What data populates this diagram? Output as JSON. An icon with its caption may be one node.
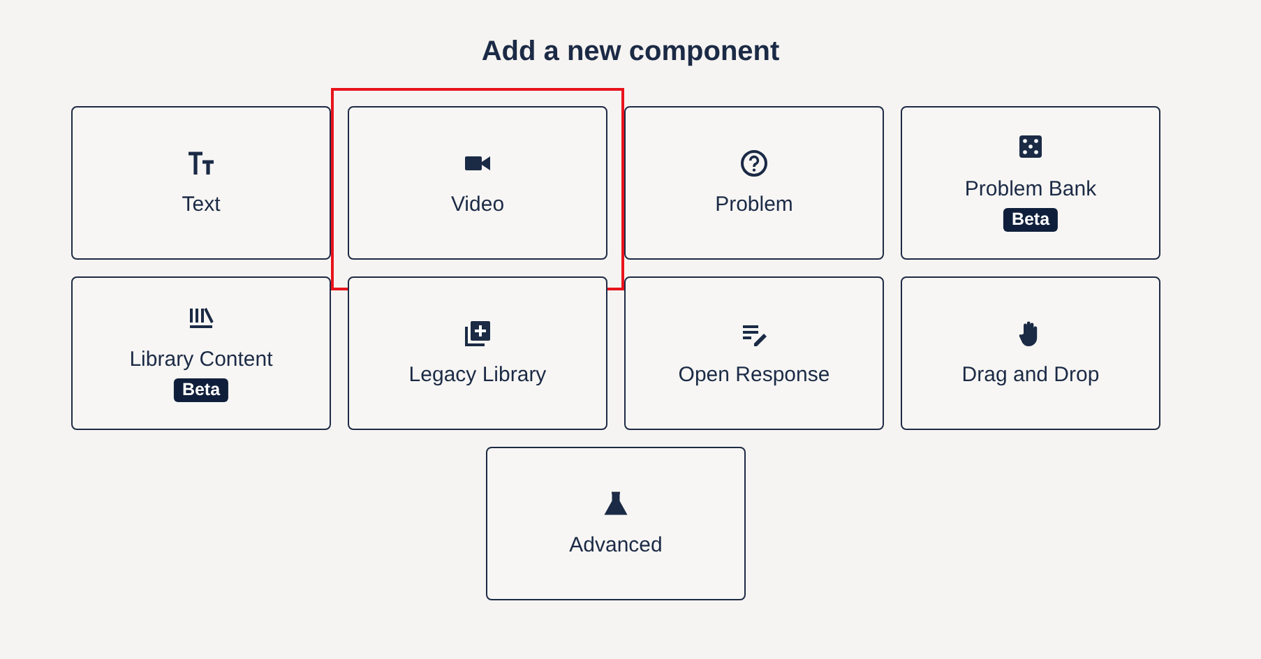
{
  "diagram": {
    "title": "Add a new component",
    "nodes": [
      {
        "text": [
          "Text"
        ]
      },
      {
        "text": [
          "Video"
        ]
      },
      {
        "text": [
          "Problem"
        ]
      },
      {
        "text": [
          "Problem Bank",
          "Beta"
        ]
      },
      {
        "text": [
          "Library Content",
          "Beta"
        ]
      },
      {
        "text": [
          "Legacy Library"
        ]
      },
      {
        "text": [
          "Open Response"
        ]
      },
      {
        "text": [
          "Drag and Drop"
        ]
      },
      {
        "text": [
          "Advanced"
        ]
      }
    ]
  }
}
